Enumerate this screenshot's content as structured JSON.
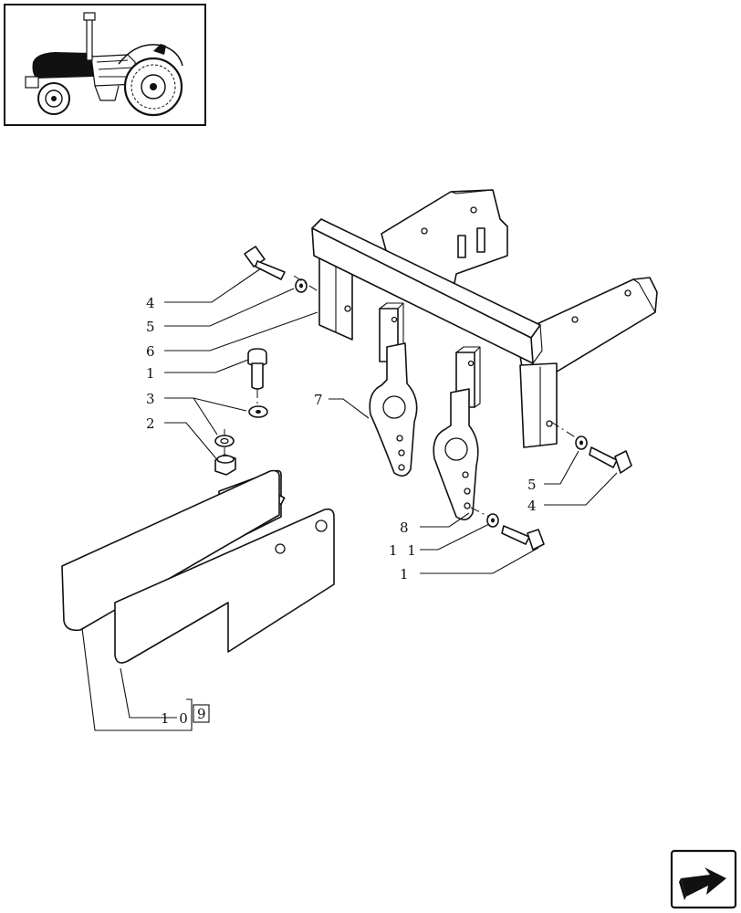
{
  "thumbnail": {
    "icon": "tractor-icon"
  },
  "callouts": {
    "c1a": "1",
    "c1b": "1",
    "c2": "2",
    "c3": "3",
    "c4a": "4",
    "c4b": "4",
    "c5a": "5",
    "c5b": "5",
    "c6": "6",
    "c7": "7",
    "c8": "8",
    "c10": "1 0",
    "c11": "1 1"
  },
  "reference_box": "9",
  "nav": {
    "icon": "next-page-arrow-icon"
  }
}
